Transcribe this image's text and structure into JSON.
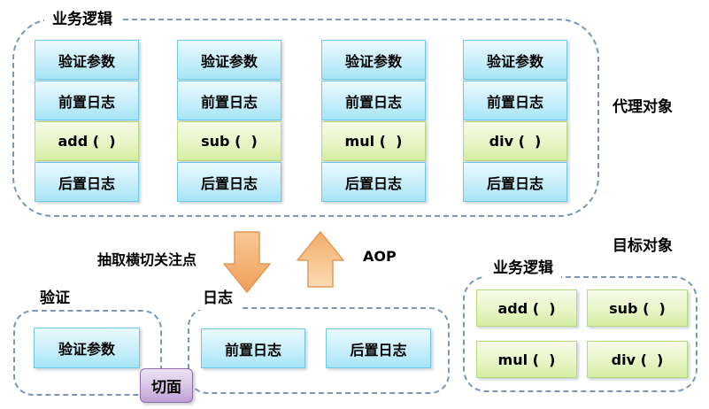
{
  "proxy": {
    "label": "业务逻辑",
    "side_label": "代理对象",
    "columns": [
      {
        "rows": [
          "验证参数",
          "前置日志",
          "add (  )",
          "后置日志"
        ]
      },
      {
        "rows": [
          "验证参数",
          "前置日志",
          "sub (  )",
          "后置日志"
        ]
      },
      {
        "rows": [
          "验证参数",
          "前置日志",
          "mul (  )",
          "后置日志"
        ]
      },
      {
        "rows": [
          "验证参数",
          "前置日志",
          "div (  )",
          "后置日志"
        ]
      }
    ]
  },
  "middle": {
    "extract_label": "抽取横切关注点",
    "aop_label": "AOP"
  },
  "validation": {
    "label": "验证",
    "box": "验证参数"
  },
  "log": {
    "label": "日志",
    "boxes": [
      "前置日志",
      "后置日志"
    ]
  },
  "aspect": {
    "label": "切面"
  },
  "target": {
    "side_label": "目标对象",
    "label": "业务逻辑",
    "boxes": [
      "add (  )",
      "sub (  )",
      "mul (  )",
      "div (  )"
    ]
  },
  "colors": {
    "dash_border": "#7d96b8",
    "blue_box_top": "#eafafd",
    "blue_box_bottom": "#a5e5f7",
    "blue_box_border": "#6ec9e8",
    "green_box_top": "#f7fbe9",
    "green_box_bottom": "#d5eda2",
    "green_box_border": "#b9d97d",
    "purple_box_top": "#ece3f4",
    "purple_box_bottom": "#bfa0d5",
    "purple_box_border": "#8f6cab",
    "arrow_fill_light": "#fbdcb4",
    "arrow_fill_dark": "#efa058",
    "arrow_border": "#e09a57",
    "text": "#000000"
  }
}
